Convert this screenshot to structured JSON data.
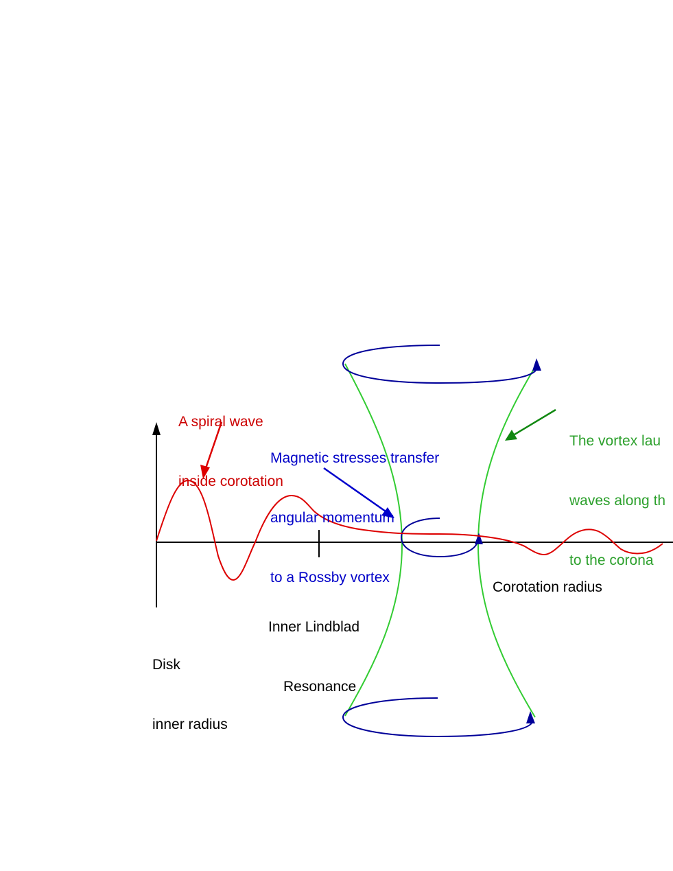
{
  "labels": {
    "spiral_wave": [
      "A spiral wave",
      "inside corotation"
    ],
    "magnetic": [
      "Magnetic stresses transfer",
      "angular momentum",
      "to a Rossby vortex"
    ],
    "vortex": [
      "The vortex lau",
      "waves along th",
      "to the corona"
    ],
    "ilr": [
      "Inner Lindblad",
      "Resonance"
    ],
    "corotation": "Corotation radius",
    "disk_inner": [
      "Disk",
      "inner radius"
    ]
  },
  "colors": {
    "wave": "#dd0000",
    "magnetic": "#0000cc",
    "vortex_loops": "#000099",
    "field_lines": "#33cc33",
    "green_text": "#2ca02c",
    "green_arrow": "#118811",
    "axis": "#000000"
  }
}
